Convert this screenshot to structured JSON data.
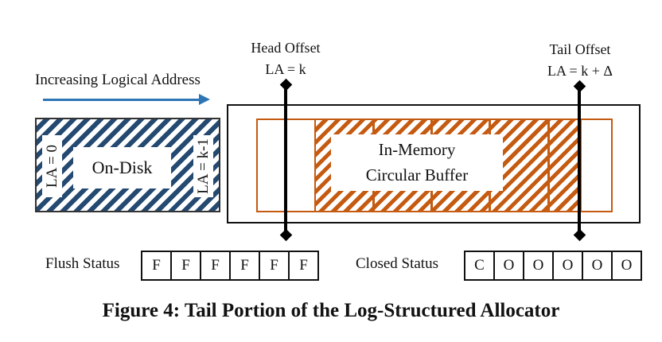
{
  "figure": {
    "arrow_label": "Increasing Logical Address",
    "head_offset": {
      "line1": "Head Offset",
      "line2": "LA = k"
    },
    "tail_offset": {
      "line1": "Tail Offset",
      "line2": "LA = k + Δ"
    },
    "on_disk": {
      "label": "On-Disk",
      "left_la": "LA = 0",
      "right_la": "LA = k-1"
    },
    "buffer": {
      "label_line1": "In-Memory",
      "label_line2": "Circular Buffer"
    },
    "flush_status": {
      "label": "Flush Status",
      "cells": [
        "F",
        "F",
        "F",
        "F",
        "F",
        "F"
      ]
    },
    "closed_status": {
      "label": "Closed Status",
      "cells": [
        "C",
        "O",
        "O",
        "O",
        "O",
        "O"
      ]
    },
    "caption": "Figure 4: Tail Portion of the Log-Structured Allocator",
    "colors": {
      "blue_hatch": "#254A72",
      "orange_hatch": "#C55A11",
      "arrow_blue": "#2E75B6"
    }
  }
}
